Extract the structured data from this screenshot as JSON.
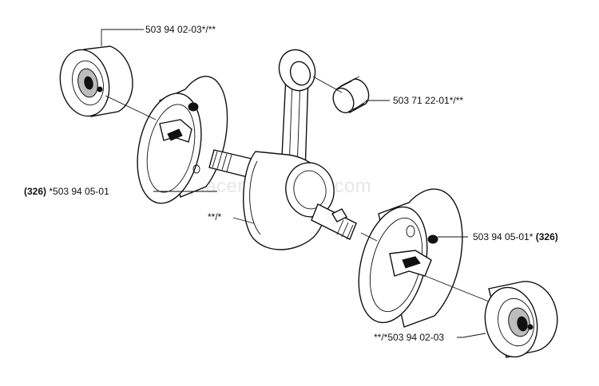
{
  "watermark": "eReplacementParts.com",
  "callouts": {
    "bearing_top": {
      "text": "503 94 02-03*/**"
    },
    "needle_bearing": {
      "text": "503 71 22-01*/**"
    },
    "flywheel_half_left": {
      "prefix": "(326)",
      "text": " *503 94 05-01"
    },
    "crankshaft": {
      "text": "**/*"
    },
    "flywheel_half_right": {
      "text": "503 94 05-01* ",
      "suffix": "(326)"
    },
    "bearing_bottom": {
      "text": "**/*503 94 02-03"
    }
  }
}
